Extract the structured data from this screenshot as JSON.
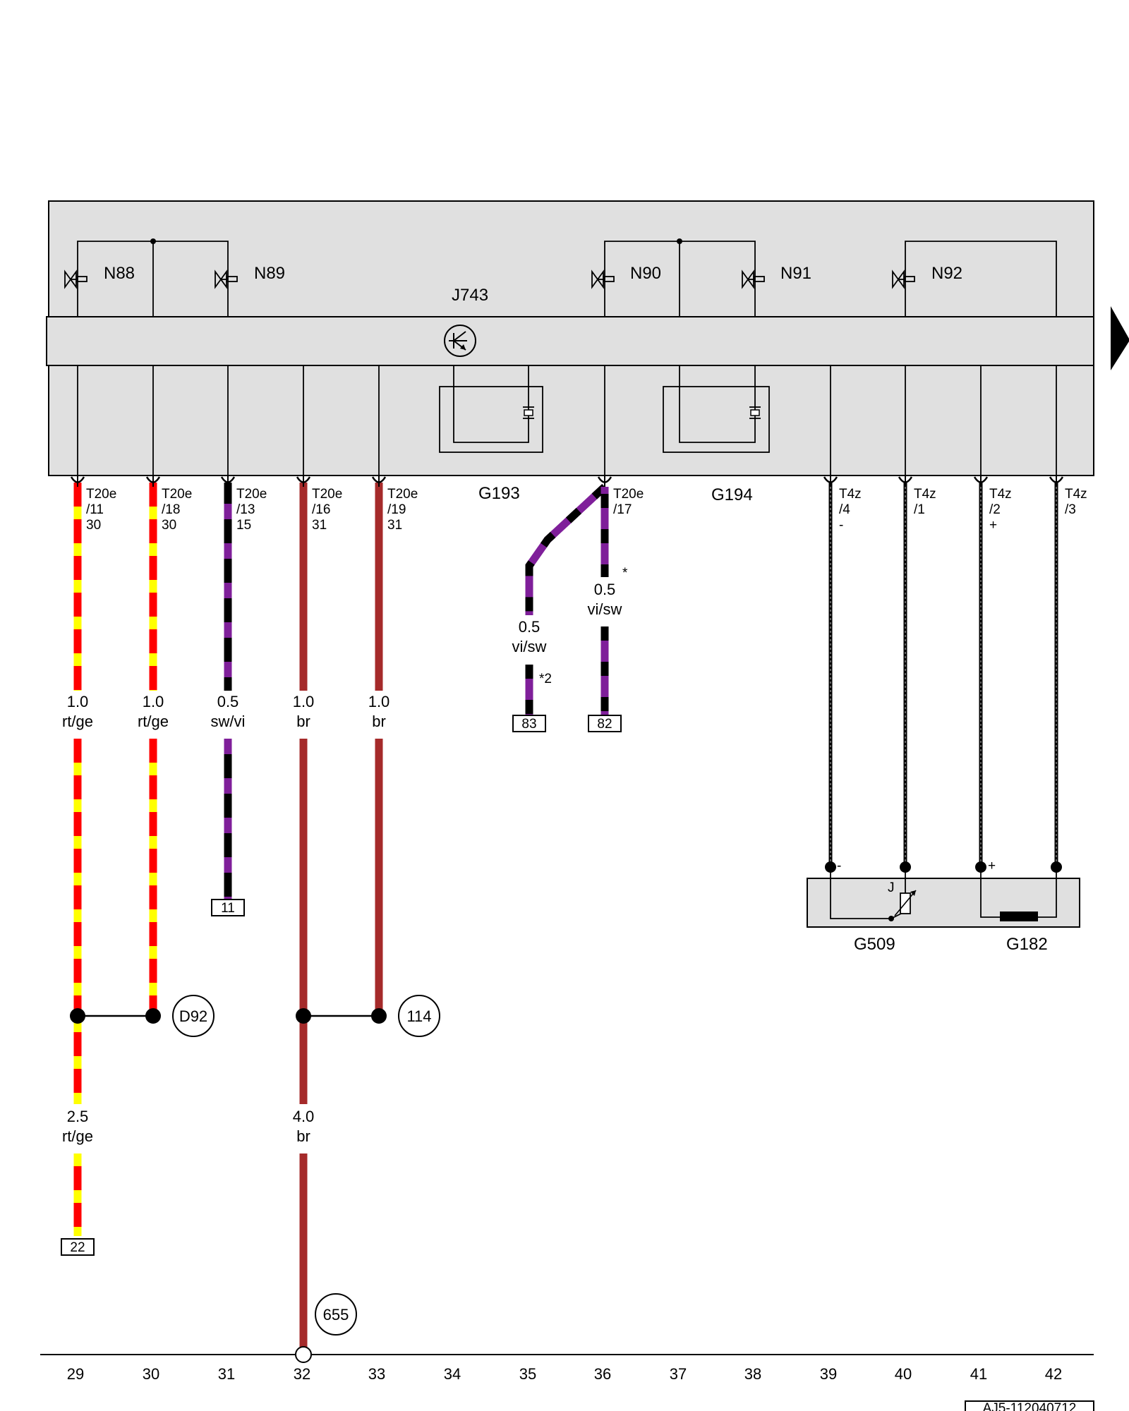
{
  "diagram": {
    "doc_id": "AJ5-112040712",
    "component_labels": {
      "N88": "N88",
      "N89": "N89",
      "N90": "N90",
      "N91": "N91",
      "N92": "N92",
      "J743": "J743",
      "G193": "G193",
      "G194": "G194",
      "G509": "G509",
      "G182": "G182",
      "J_symbol": "J"
    },
    "pins": [
      {
        "conn": "T20e",
        "pin": "/11",
        "term": "30"
      },
      {
        "conn": "T20e",
        "pin": "/18",
        "term": "30"
      },
      {
        "conn": "T20e",
        "pin": "/13",
        "term": "15"
      },
      {
        "conn": "T20e",
        "pin": "/16",
        "term": "31"
      },
      {
        "conn": "T20e",
        "pin": "/19",
        "term": "31"
      },
      {
        "conn": "T20e",
        "pin": "/17",
        "term": ""
      },
      {
        "conn": "T4z",
        "pin": "/4",
        "term": "-"
      },
      {
        "conn": "T4z",
        "pin": "/1",
        "term": ""
      },
      {
        "conn": "T4z",
        "pin": "/2",
        "term": "+"
      },
      {
        "conn": "T4z",
        "pin": "/3",
        "term": ""
      }
    ],
    "wires": [
      {
        "size": "1.0",
        "color": "rt/ge"
      },
      {
        "size": "1.0",
        "color": "rt/ge"
      },
      {
        "size": "0.5",
        "color": "sw/vi"
      },
      {
        "size": "1.0",
        "color": "br"
      },
      {
        "size": "1.0",
        "color": "br"
      },
      {
        "size": "0.5",
        "color": "vi/sw"
      },
      {
        "size": "0.5",
        "color": "vi/sw"
      },
      {
        "size": "2.5",
        "color": "rt/ge"
      },
      {
        "size": "4.0",
        "color": "br"
      }
    ],
    "footnotes": {
      "star": "*",
      "star2": "*2"
    },
    "ref_boxes": [
      "83",
      "82",
      "11",
      "22"
    ],
    "circles": [
      "D92",
      "114",
      "655"
    ],
    "sign_minus": "-",
    "sign_plus": "+",
    "columns": [
      "29",
      "30",
      "31",
      "32",
      "33",
      "34",
      "35",
      "36",
      "37",
      "38",
      "39",
      "40",
      "41",
      "42"
    ],
    "colors": {
      "red": "#ff0000",
      "yellow": "#ffff00",
      "brown": "#a52a2a",
      "violet": "#7f1f9a",
      "black": "#000000",
      "panel": "#e0e0e0"
    }
  }
}
